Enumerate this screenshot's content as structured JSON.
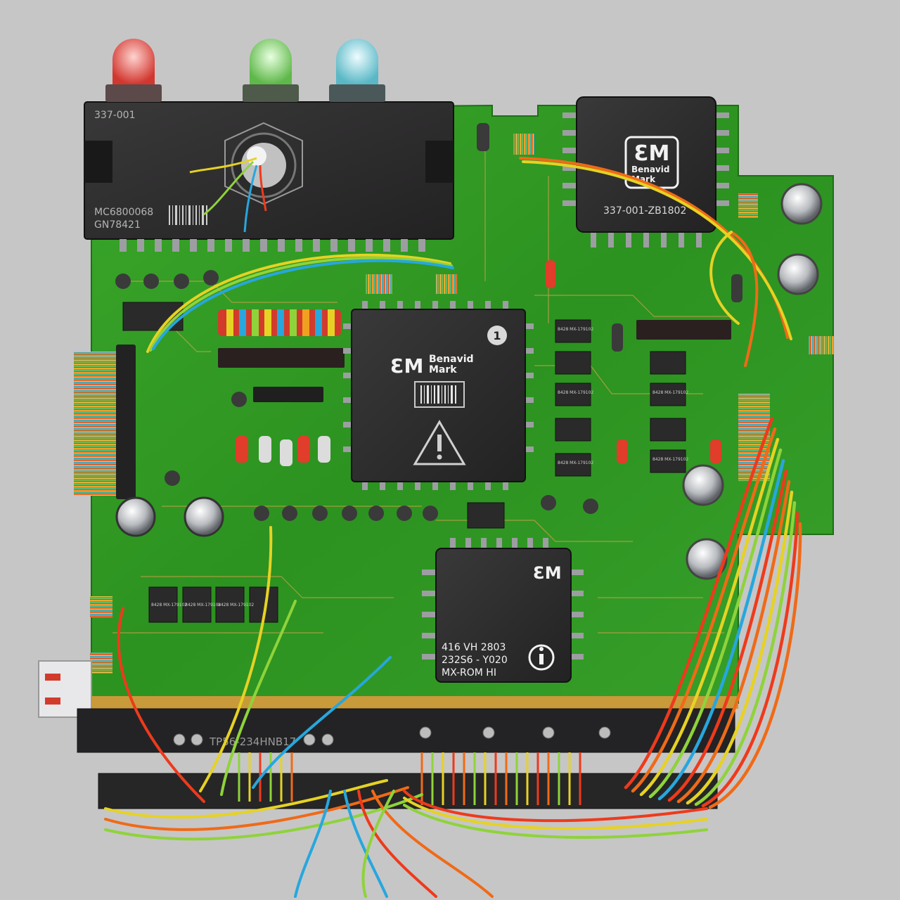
{
  "colors": {
    "background": "#c6c6c7",
    "pcb": "#2f9a22",
    "chip_body": "#2c2b2c",
    "connector": "#232325",
    "wire_red": "#ee3a1c",
    "wire_orange": "#f06a17",
    "wire_yellow": "#e6d224",
    "wire_green": "#8fd33a",
    "wire_blue": "#27a7dd"
  },
  "left_module": {
    "top_label": "337-001",
    "part_line1": "MC6800068",
    "part_line2": "GN78421",
    "icons": [
      "red-led-icon",
      "green-led-icon",
      "blue-led-icon",
      "optical-lens-icon",
      "barcode-icon"
    ]
  },
  "cpu_chip": {
    "brand_line1": "Benavid",
    "brand_line2": "Mark",
    "badge": "1",
    "icons": [
      "bm-logo-icon",
      "barcode-icon",
      "warning-icon"
    ]
  },
  "right_module": {
    "brand_line1": "Benavid",
    "brand_line2": "Mark",
    "part_number": "337-001-ZB1802",
    "icons": [
      "bm-logo-icon"
    ]
  },
  "rom_chip": {
    "line1": "416 VH 2803",
    "line2": "232S6 - Y020",
    "line3": "MX-ROM HI",
    "icons": [
      "bm-logo-icon",
      "info-icon"
    ]
  },
  "small_chips": {
    "labels": [
      "8428 MX-179102",
      "8428 MX-179102",
      "8428 MX-179102",
      "8428 MX-179102",
      "8428 MX-179102",
      "8428 MX-179102",
      "8428 MX-179102",
      "8428 MX-179102"
    ]
  },
  "edge_connector": {
    "label": "TP56-234HNB17"
  }
}
